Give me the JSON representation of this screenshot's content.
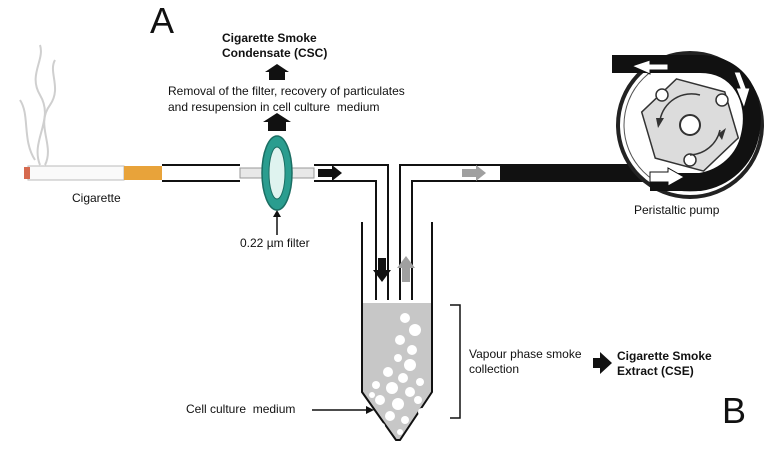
{
  "panels": {
    "a": "A",
    "b": "B"
  },
  "labels": {
    "csc_line1": "Cigarette Smoke",
    "csc_line2": "Condensate (CSC)",
    "removal_line1": "Removal of the filter, recovery of particulates",
    "removal_line2": "and resupension in cell culture  medium",
    "cigarette": "Cigarette",
    "filter": "0.22 µm filter",
    "pump": "Peristaltic pump",
    "vapour_line1": "Vapour phase smoke",
    "vapour_line2": "collection",
    "cse_line1": "Cigarette Smoke",
    "cse_line2": "Extract (CSE)",
    "medium": "Cell culture  medium"
  },
  "colors": {
    "filter_teal": "#2a9d8f",
    "cigarette_filter": "#e8a33a",
    "liquid": "#c7c7c7",
    "pump_body": "#555555",
    "gray_arrow": "#a0a0a0"
  }
}
